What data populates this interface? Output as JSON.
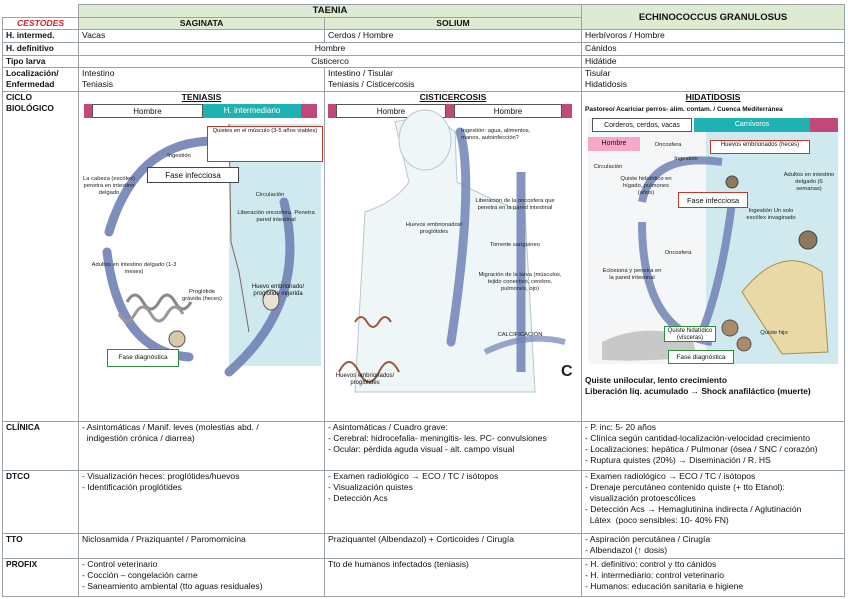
{
  "header": {
    "taenia": "TAENIA",
    "cestodes": "CESTODES",
    "saginata": "SAGINATA",
    "solium": "SOLIUM",
    "echino": "ECHINOCOCCUS GRANULOSUS"
  },
  "rows": {
    "h_intermed": {
      "label": "H. intermed.",
      "saginata": "Vacas",
      "solium": "Cerdos / Hombre",
      "echino": "Herbívoros / Hombre"
    },
    "h_definitivo": {
      "label": "H. definitivo",
      "taenia": "Hombre",
      "echino": "Cánidos"
    },
    "tipo_larva": {
      "label": "Tipo larva",
      "taenia": "Cisticerco",
      "echino": "Hidátide"
    },
    "localizacion": {
      "label1": "Localización/",
      "label2": "Enfermedad",
      "saginata1": "Intestino",
      "saginata2": "Teniasis",
      "solium1": "Intestino / Tisular",
      "solium2": "Teniasis / Cisticercosis",
      "echino1": "Tisular",
      "echino2": "Hidatidosis"
    },
    "ciclo": {
      "label1": "CICLO",
      "label2": "BIOLÓGICO",
      "teniasis": "TENIASIS",
      "cisticercosis": "CISTICERCOSIS",
      "hidatidosis": "HIDATIDOSIS",
      "hidatidosis_sub": "Pastoreo/ Acariciar perros- alim. contam. / Cuenca Mediterránea",
      "echino_note1": "Quiste unilocular, lento crecimiento",
      "echino_note2": "Liberación líq. acumulado → Shock anafiláctico (muerte)",
      "corner_c": "C"
    },
    "clinica": {
      "label": "CLÍNICA",
      "saginata": [
        "- Asintomáticas / Manif. leves  (molestias abd. /",
        "  indigestión crónica / diarrea)"
      ],
      "solium": [
        "- Asintomáticas / Cuadro grave:",
        "- Cerebral: hidrocefalia- meningitis- les. PC- convulsiones",
        "- Ocular: pérdida aguda visual - alt. campo visual"
      ],
      "echino": [
        "- P. inc: 5- 20 años",
        "- Clínica según cantidad-localización-velocidad crecimiento",
        "- Localizaciones: hepática / Pulmonar (ósea / SNC / corazón)",
        "- Ruptura quistes (20%)  → Diseminación / R. HS"
      ]
    },
    "dtco": {
      "label": "DTCO",
      "saginata": [
        "- Visualización heces: proglótides/huevos",
        "- Identificación proglótides"
      ],
      "solium": [
        "- Examen radiológico  → ECO / TC / isótopos",
        "- Visualización quistes",
        "- Detección Acs"
      ],
      "echino": [
        "- Examen radiológico  → ECO / TC / isótopos",
        "- Drenaje percutáneo contenido quiste (+ tto Etanol):",
        "  visualización protoescólices",
        "- Detección Acs  → Hemaglutinina indirecta / Aglutinación",
        "  Látex  (poco sensibles: 10- 40% FN)"
      ]
    },
    "tto": {
      "label": "TTO",
      "saginata": "Niclosamida / Praziquantel / Paromomicina",
      "solium": "Praziquantel (Albendazol) + Corticoides / Cirugía",
      "echino": [
        "- Aspiración percutánea / Cirugía",
        "- Albendazol (↑ dosis)"
      ]
    },
    "profix": {
      "label": "PROFIX",
      "saginata": [
        "- Control veterinario",
        "- Cocción – congelación carne",
        "- Saneamiento ambiental (tto aguas residuales)"
      ],
      "solium": "Tto de humanos infectados (teniasis)",
      "echino": [
        "- H. definitivo: control y tto cánidos",
        "- H. intermediario: control veterinario",
        "- Humanos: educación sanitaria e higiene"
      ]
    }
  },
  "diagram_teniasis": {
    "stripe_left": "Hombre",
    "stripe_right": "H. intermediario",
    "ingestion": "Ingestión",
    "quistes": "Quistes en el músculo (3-5 años viables)",
    "fase_infecciosa": "Fase infecciosa",
    "escolex": "La cabeza (escólex) penetra en intestino delgado",
    "adultos": "Adultos en intestino delgado (1-3 meses)",
    "proglotide": "Proglótide grávida (heces)",
    "circulacion": "Circulación",
    "liberacion": "Liberación oncosfera. Penetra pared intestinal",
    "huevos": "Huevo embrionado/ proglótide ingerida",
    "fase_diagnostica": "Fase diagnóstica"
  },
  "diagram_cisticercosis": {
    "stripe_left": "Hombre",
    "stripe_right": "Hombre",
    "ingestion": "Ingestión: agua, alimentos, manos, autoinfección?",
    "liberacion": "Liberación de la oncosfera que penetra en la pared intestinal",
    "torrente": "Torrente sanguíneo",
    "migracion": "Migración de la larva (músculos, tejido conectivo, cerebro, pulmones, ojo)",
    "calcificacion": "CALCIFICACIÓN",
    "huevos_mid": "Huevos embrionados/ proglótides",
    "huevos_bottom": "Huevos embrionados/ proglótides"
  },
  "diagram_hidatidosis": {
    "stripe_left": "Corderos, cerdos, vacas",
    "stripe_right": "Carnívoros",
    "hombre": "Hombre",
    "oncosfera": "Oncosfera",
    "ingestion": "Ingestión",
    "circulacion": "Circulación",
    "quiste_higado": "Quiste hidatídico en hígado, pulmones (años)",
    "huevos": "Huevos embrionados (heces)",
    "adultos": "Adultos en intestino delgado (6 semanas)",
    "fase_infecciosa": "Fase infecciosa",
    "ingestion2": "Ingestión Un solo escólex invaginado",
    "oncosfera2": "Oncosfera",
    "eclosiona": "Eclosiona y penetra en la pared intestinal",
    "quiste_visceras": "Quiste hidatídico (vísceras)",
    "quiste_hijo": "Quiste hijo",
    "fase_diagnostica": "Fase diagnóstica"
  },
  "colors": {
    "header_bg": "#dcebd2",
    "cestodes_red": "#d3212d",
    "stripe_magenta": "#c0497a",
    "stripe_teal": "#1fb2b2",
    "flow_blue": "#6f82b5",
    "host_pink": "#f7a8c8",
    "panel_cyan": "#cfe9ee"
  }
}
